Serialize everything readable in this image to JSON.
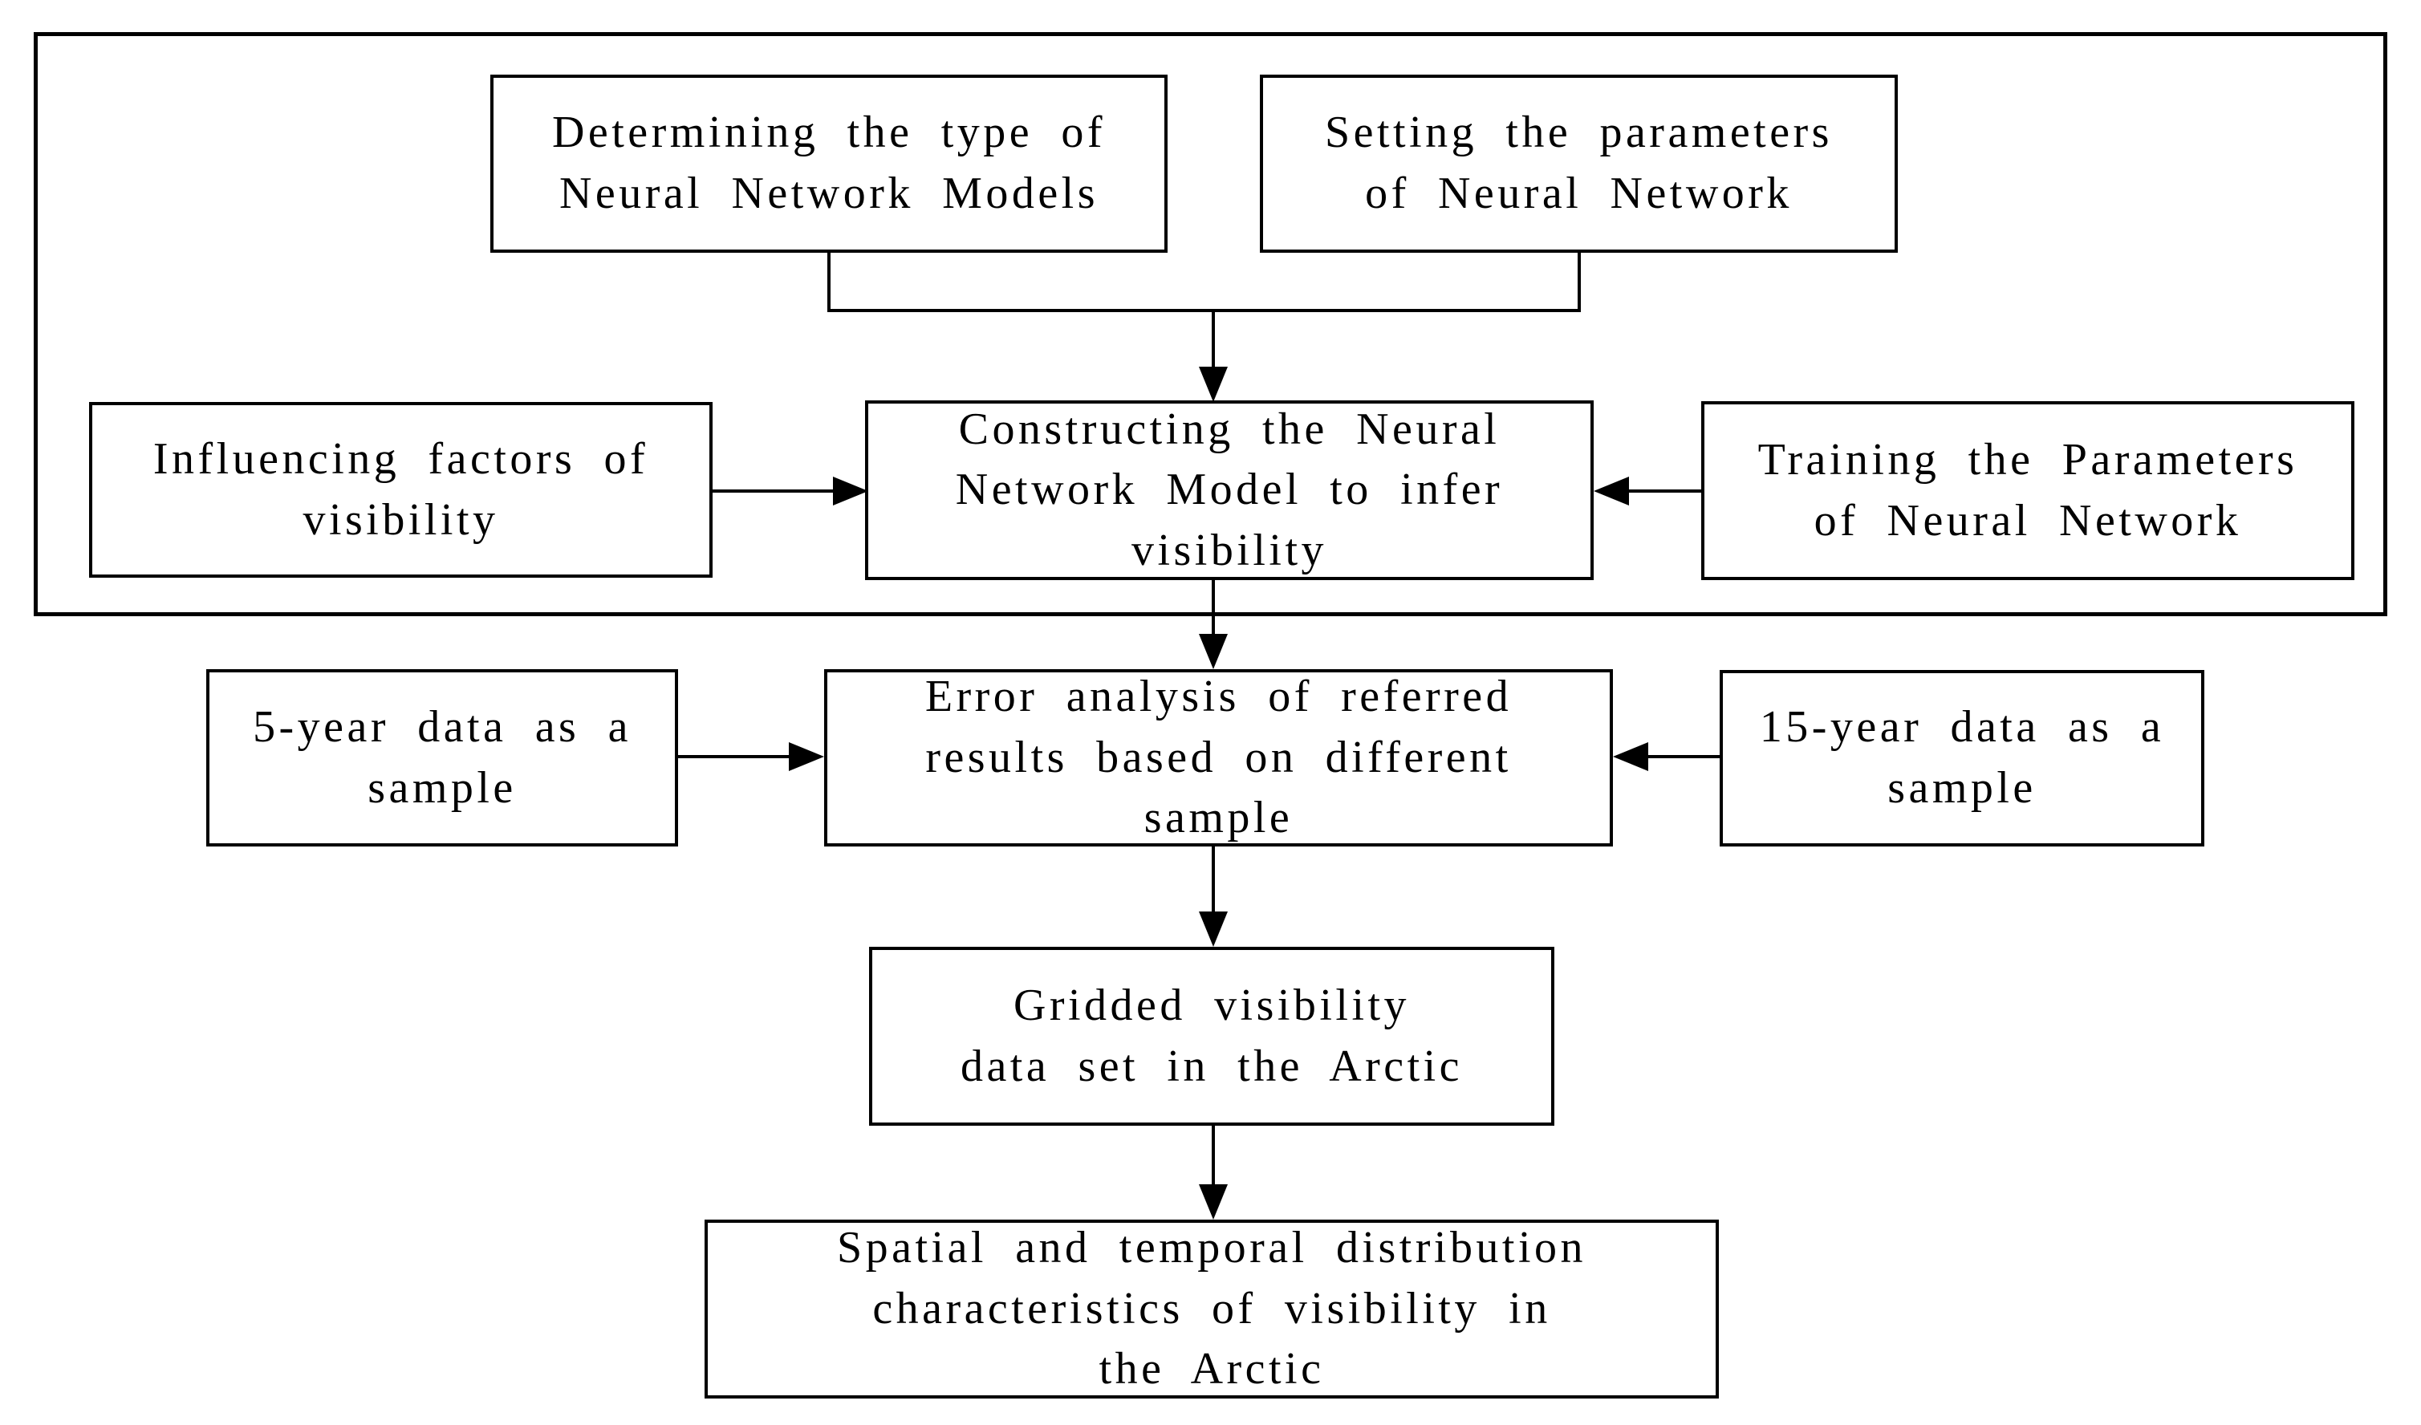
{
  "diagram": {
    "colors": {
      "line": "#000000",
      "background": "#ffffff",
      "text": "#000000"
    },
    "nodes": {
      "determining": {
        "label": "Determining the type of\nNeural Network Models"
      },
      "setting": {
        "label": "Setting the parameters\nof Neural Network"
      },
      "influencing": {
        "label": "Influencing factors of\nvisibility"
      },
      "constructing": {
        "label": "Constructing the Neural\nNetwork Model to infer\nvisibility"
      },
      "training": {
        "label": "Training the Parameters\nof Neural Network"
      },
      "sample5": {
        "label": "5-year data as a\nsample"
      },
      "error": {
        "label": "Error analysis of referred\nresults based on different\nsample"
      },
      "sample15": {
        "label": "15-year data as a\nsample"
      },
      "gridded": {
        "label": "Gridded visibility\ndata set in the Arctic"
      },
      "spatial": {
        "label": "Spatial and temporal distribution\ncharacteristics of visibility in\nthe Arctic"
      }
    }
  }
}
